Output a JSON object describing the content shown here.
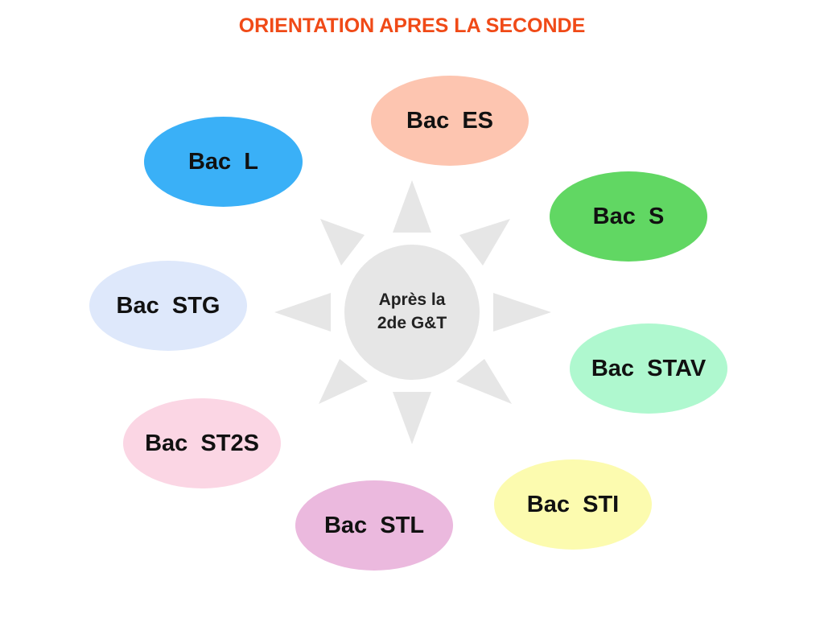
{
  "title": "ORIENTATION APRES LA SECONDE",
  "center": {
    "line1": "Après la",
    "line2": "2de G&T"
  },
  "options": {
    "es": "Bac  ES",
    "l": "Bac  L",
    "s": "Bac  S",
    "stg": "Bac  STG",
    "stav": "Bac  STAV",
    "st2s": "Bac  ST2S",
    "sti": "Bac  STI",
    "stl": "Bac  STL"
  },
  "colors": {
    "title": "#f04a17",
    "sun": "#e6e6e6",
    "es": "#fdc5b0",
    "l": "#3ab0f7",
    "s": "#61d763",
    "stg": "#dee8fb",
    "stav": "#aff8cf",
    "st2s": "#fbd6e4",
    "sti": "#fcfbaf",
    "stl": "#ebb9de"
  }
}
